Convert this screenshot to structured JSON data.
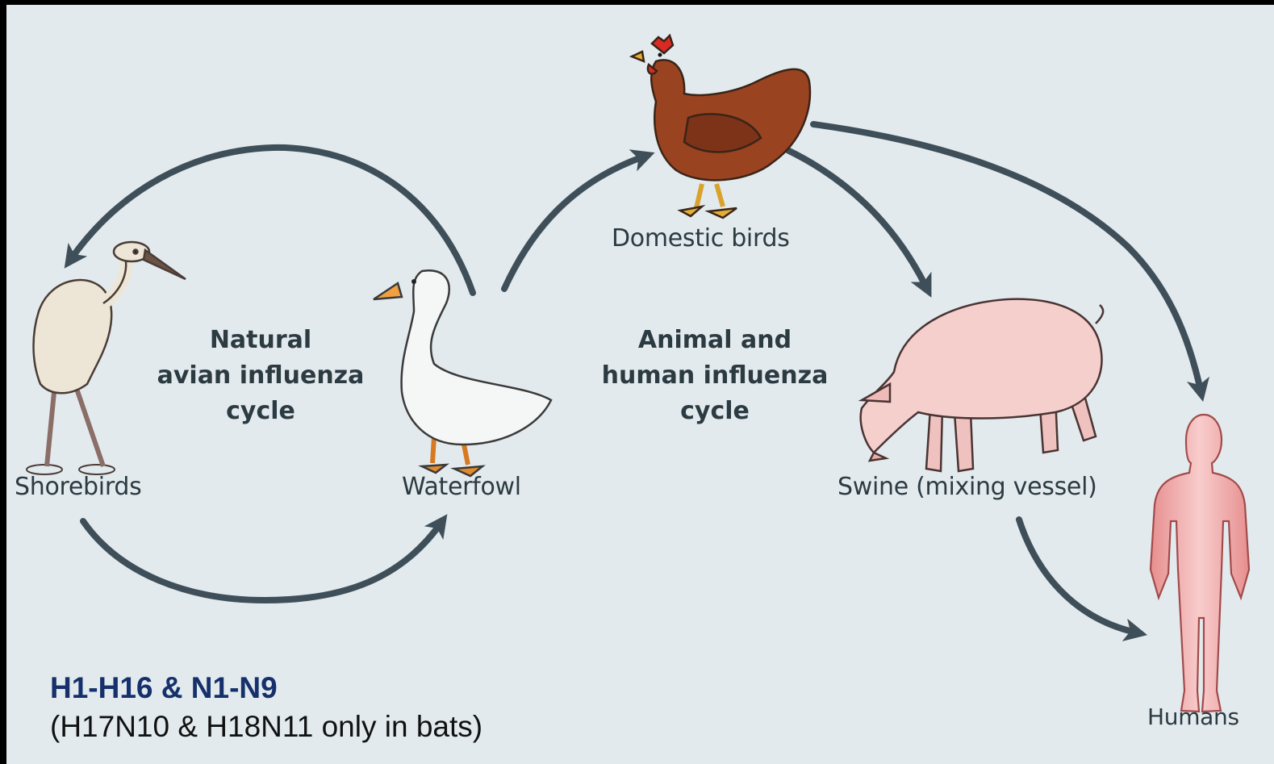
{
  "hosts": {
    "shorebirds": "Shorebirds",
    "waterfowl": "Waterfowl",
    "domestic_birds": "Domestic birds",
    "swine": "Swine (mixing vessel)",
    "humans": "Humans"
  },
  "cycles": {
    "natural": [
      "Natural",
      "avian influenza",
      "cycle"
    ],
    "animal_human": [
      "Animal and",
      "human influenza",
      "cycle"
    ]
  },
  "subtypes": {
    "title": "H1-H16 & N1-N9",
    "note": "(H17N10 & H18N11 only in bats)"
  },
  "colors": {
    "background": "#e2eaee",
    "arrow": "#3f4f59",
    "text": "#2c3a42",
    "subtype_title": "#15306b"
  }
}
